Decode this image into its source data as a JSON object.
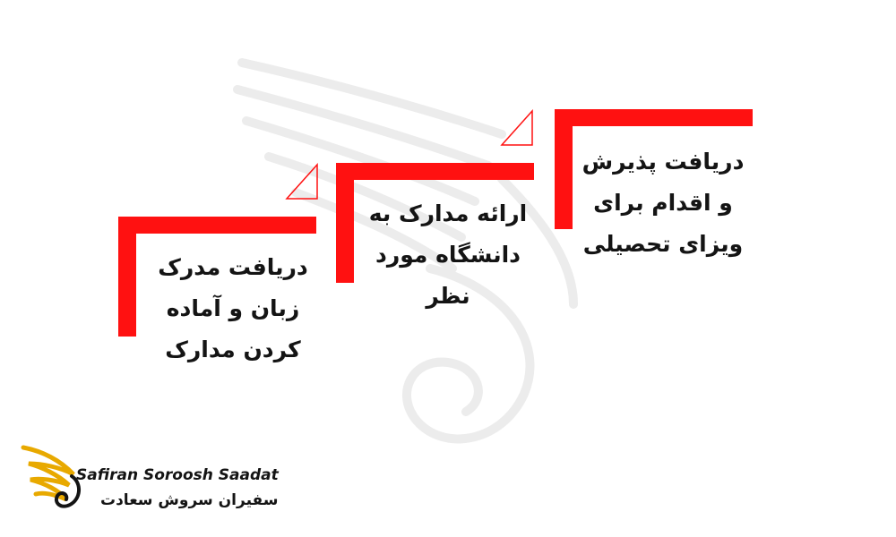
{
  "colors": {
    "accent": "#ff1111",
    "text": "#141414",
    "logo_gold": "#e8a900"
  },
  "steps": [
    {
      "lines": [
        "دریافت مدرک",
        "زبان و آماده",
        "کردن مدارک"
      ]
    },
    {
      "lines": [
        "ارائه مدارک به",
        "دانشگاه مورد",
        "نظر"
      ]
    },
    {
      "lines": [
        "دریافت پذیرش",
        "و اقدام برای",
        "ویزای تحصیلی"
      ]
    }
  ],
  "logo": {
    "name_en": "Safiran Soroosh Saadat",
    "name_fa": "سفیران سروش سعادت"
  }
}
